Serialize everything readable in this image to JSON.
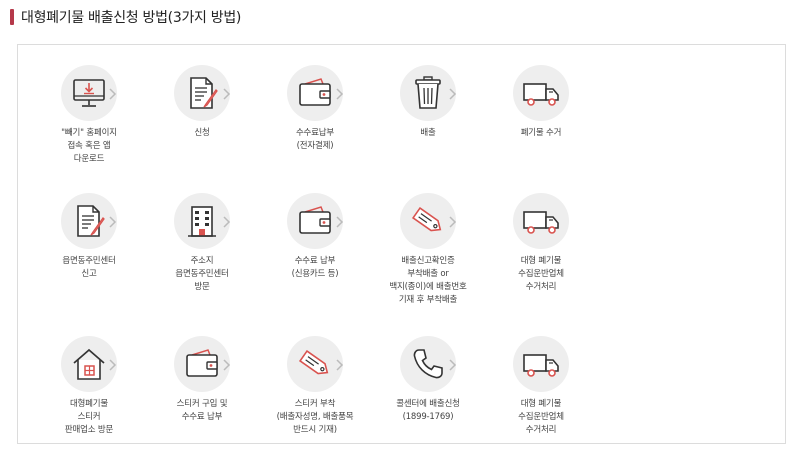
{
  "page": {
    "title": "대형폐기물 배출신청 방법(3가지 방법)",
    "accent_color": "#b5394a"
  },
  "rows": [
    {
      "steps": [
        {
          "label": "\"빼기\" 홈페이지\n접속 혹은 앱\n다운로드",
          "icon": "monitor-download-icon"
        },
        {
          "label": "신청",
          "icon": "document-pen-icon"
        },
        {
          "label": "수수료납부\n(전자결제)",
          "icon": "wallet-icon"
        },
        {
          "label": "배출",
          "icon": "trash-can-icon"
        },
        {
          "label": "폐기물 수거",
          "icon": "truck-icon"
        }
      ]
    },
    {
      "steps": [
        {
          "label": "읍면동주민센터\n신고",
          "icon": "document-pen-icon"
        },
        {
          "label": "주소지\n읍면동주민센터\n방문",
          "icon": "building-icon"
        },
        {
          "label": "수수료 납부\n(신용카드 등)",
          "icon": "wallet-icon"
        },
        {
          "label": "배출신고확인증\n부착배출 or\n백지(종이)에 배출번호\n기재 후 부착배출",
          "icon": "tag-icon"
        },
        {
          "label": "대형 폐기물\n수집운반업체\n수거처리",
          "icon": "truck-icon"
        }
      ]
    },
    {
      "steps": [
        {
          "label": "대형폐기물\n스티커\n판매업소 방문",
          "icon": "house-icon"
        },
        {
          "label": "스티커 구입 및\n수수료 납부",
          "icon": "wallet-icon"
        },
        {
          "label": "스티커 부착\n(배출자성명, 배출품목\n반드시 기재)",
          "icon": "tag-icon"
        },
        {
          "label": "콜센터에 배출신청\n(1899-1769)",
          "icon": "phone-icon"
        },
        {
          "label": "대형 폐기물\n수집운반업체\n수거처리",
          "icon": "truck-icon"
        }
      ]
    }
  ]
}
